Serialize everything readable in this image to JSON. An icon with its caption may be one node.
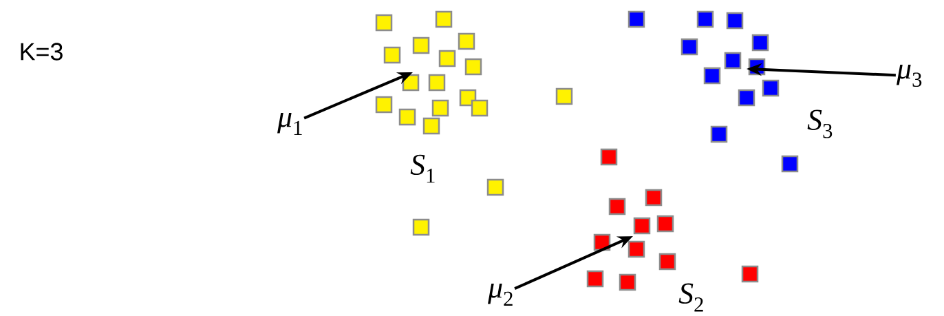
{
  "diagram": {
    "nodes": [
      {
        "text": [
          "*μ*$_{3}$"
        ]
      },
      {
        "text": [
          "*μ*$_{1}$"
        ]
      },
      {
        "text": [
          "*μ*$_{2}$"
        ]
      }
    ],
    "edges": [
      {
        "from": 0,
        "to": null,
        "arrow": "to"
      },
      {
        "from": 1,
        "to": null,
        "arrow": "to"
      },
      {
        "from": 2,
        "to": null,
        "arrow": "to"
      }
    ],
    "labels": [
      "K=3",
      "*S*$_{3}$",
      "*S*$_{1}$",
      "*S*$_{2}$"
    ]
  }
}
